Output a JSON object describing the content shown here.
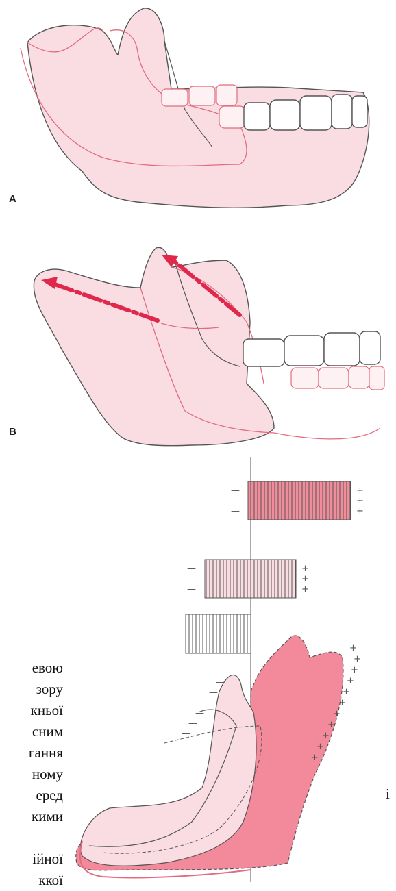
{
  "figure": {
    "panel_a_label": "A",
    "panel_b_label": "B",
    "colors": {
      "pink_fill": "#f9dde2",
      "pink_line": "#e36b7f",
      "dark_line": "#555555",
      "bar_strong": "#ef8d9b",
      "bar_light": "#f9dde2",
      "arrow_red": "#e0284d",
      "fill_strong": "#f28a9c"
    },
    "icons": [
      "mandible-outline",
      "teeth-row",
      "dashed-arrow",
      "rotation-arrow"
    ]
  },
  "bars": {
    "minus_symbol": "—",
    "plus_symbol": "+",
    "items": [
      {
        "level": "strong",
        "minus": 3,
        "plus": 3
      },
      {
        "level": "medium",
        "minus": 3,
        "plus": 3
      },
      {
        "level": "none",
        "minus": 0,
        "plus": 0
      }
    ]
  },
  "page_text_fragments": [
    "евою",
    "зору",
    "кньої",
    "сним",
    "гання",
    "ному",
    "еред",
    "кими",
    "",
    "ійної",
    "ккої"
  ],
  "stray_letter": "і"
}
